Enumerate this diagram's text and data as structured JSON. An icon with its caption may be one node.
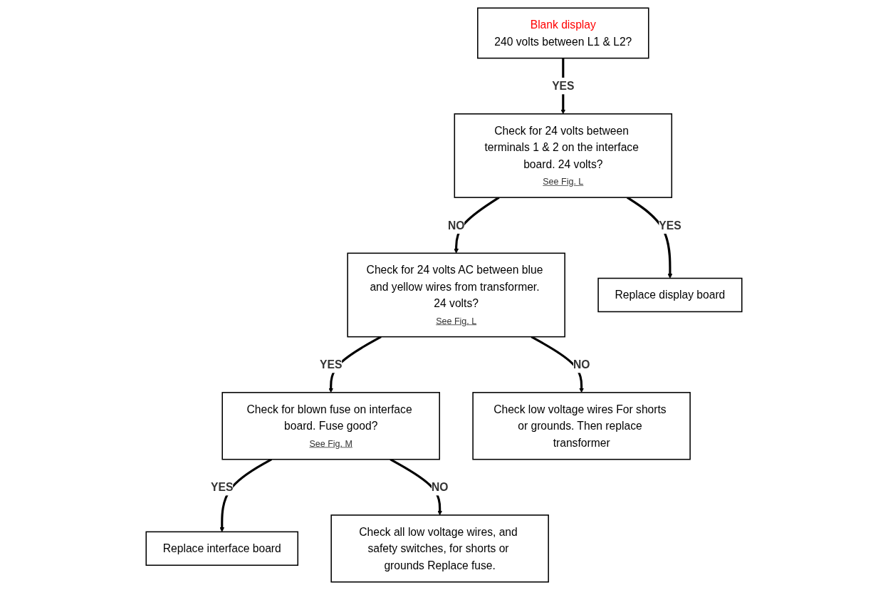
{
  "diagram": {
    "nodes": [
      {
        "text": [
          "Blank display",
          "240 volts between L1 & L2?"
        ]
      },
      {
        "text": [
          "Check for 24 volts between terminals 1 & 2 on the interface board. 24 volts?",
          "See Fig. L"
        ]
      },
      {
        "text": [
          "Check for 24 volts AC between blue and yellow wires from transformer. 24 volts?",
          "See Fig. L"
        ]
      },
      {
        "text": [
          "Replace display board"
        ]
      },
      {
        "text": [
          "Check for blown fuse on interface board. Fuse good?",
          "See Fig. M"
        ]
      },
      {
        "text": [
          "Check low voltage wires For shorts or grounds. Then replace transformer"
        ]
      },
      {
        "text": [
          "Replace interface board"
        ]
      },
      {
        "text": [
          "Check all low voltage wires, and safety switches, for shorts or grounds Replace fuse."
        ]
      }
    ],
    "edges": [
      {
        "from": 0,
        "to": 1,
        "arrow": "to",
        "label": "YES"
      },
      {
        "from": 1,
        "to": 2,
        "arrow": "to",
        "label": "NO"
      },
      {
        "from": 1,
        "to": 3,
        "arrow": "to",
        "label": "YES"
      },
      {
        "from": 2,
        "to": 4,
        "arrow": "to",
        "label": "YES"
      },
      {
        "from": 2,
        "to": 5,
        "arrow": "to",
        "label": "NO"
      },
      {
        "from": 4,
        "to": 6,
        "arrow": "to",
        "label": "YES"
      },
      {
        "from": 4,
        "to": 7,
        "arrow": "to",
        "label": "NO"
      }
    ]
  }
}
